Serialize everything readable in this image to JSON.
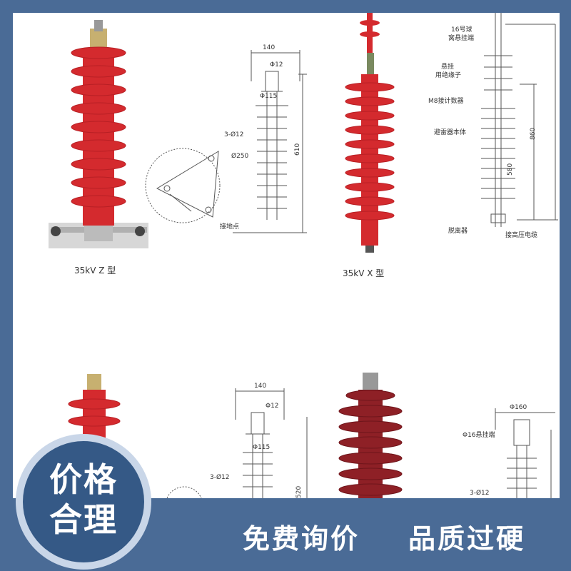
{
  "top_left": {
    "caption": "35kV  Z 型",
    "diagram": {
      "width": "140",
      "hole": "Φ12",
      "disc": "Φ115",
      "holes": "3-Ø12",
      "circle": "Ø250",
      "height": "610",
      "ground": "接地点"
    }
  },
  "top_right": {
    "caption": "35kV  X 型",
    "diagram": {
      "hook": "16号球",
      "hook2": "窝悬挂端",
      "hang": "悬挂",
      "insulator": "用绝缘子",
      "counter": "M8接计数器",
      "body": "避雷器本体",
      "height_total": "860",
      "height_body": "580",
      "disconnector": "脱离器",
      "cable": "接高压电缆"
    }
  },
  "bottom_mid": {
    "width": "140",
    "hole": "Φ12",
    "disc": "Φ115",
    "holes": "3-Ø12",
    "height": "520"
  },
  "bottom_right": {
    "width": "Φ160",
    "hook": "Φ16悬挂端",
    "holes": "3-Ø12"
  },
  "badge": {
    "line1": "价格",
    "line2": "合理"
  },
  "slogans": [
    "免费询价",
    "品质过硬"
  ],
  "colors": {
    "frame": "#4a6b96",
    "arrester_red": "#d42a2e",
    "arrester_dark": "#8e2026"
  }
}
